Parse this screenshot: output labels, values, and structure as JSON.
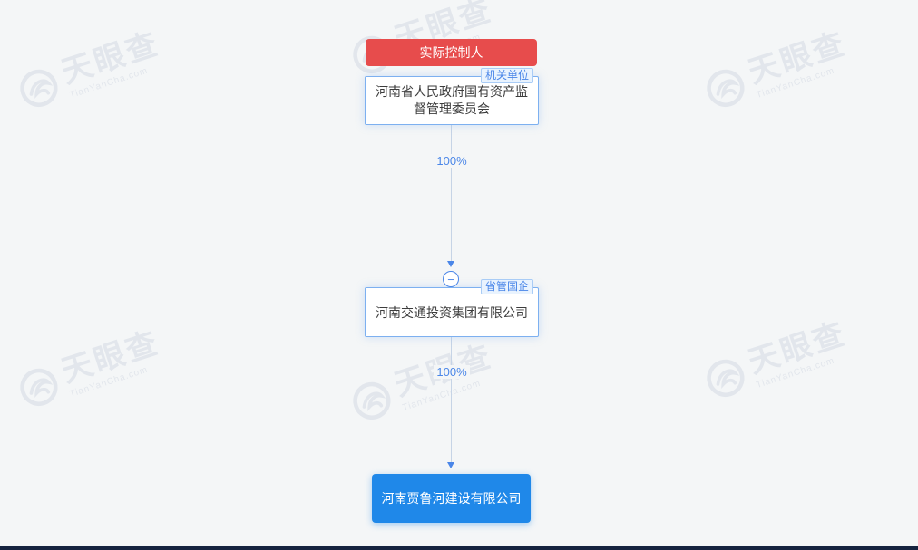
{
  "watermark": {
    "brand": "天眼查",
    "domain": "TianYanCha.com"
  },
  "diagram": {
    "controller_badge": "实际控制人",
    "collapse_symbol": "−",
    "nodes": [
      {
        "name": "河南省人民政府国有资产监督管理委员会",
        "tag": "机关单位",
        "role": "actual-controller"
      },
      {
        "name": "河南交通投资集团有限公司",
        "tag": "省管国企",
        "role": "intermediate-shareholder"
      },
      {
        "name": "河南贾鲁河建设有限公司",
        "role": "target-company"
      }
    ],
    "edges": [
      {
        "label": "100%"
      },
      {
        "label": "100%"
      }
    ],
    "colors": {
      "badge_red": "#e74c4c",
      "node_border_blue": "#7db0f0",
      "accent_blue": "#4a86e8",
      "target_node_blue": "#1f88e9",
      "background": "#f4f6f7"
    }
  }
}
